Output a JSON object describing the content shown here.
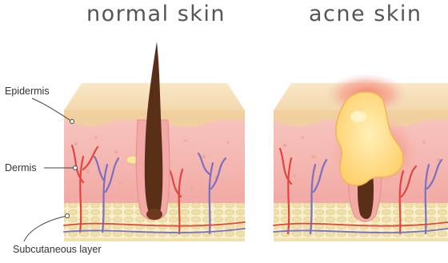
{
  "titles": {
    "normal": "normal skin",
    "acne": "acne skin"
  },
  "labels": {
    "epidermis": "Epidermis",
    "dermis": "Dermis",
    "subcutaneous": "Subcutaneous layer"
  },
  "colors": {
    "epidermis_top": "#f7e2bd",
    "epidermis_edge": "#f0d3a8",
    "dermis": "#f5b8b4",
    "dermis_dark": "#eca4a0",
    "subcutaneous": "#f7edc8",
    "fat_cell": "#efdfaa",
    "follicle_sheath": "#f3a9a6",
    "hair": "#5a2f18",
    "pimple": "#ffd98a",
    "inflammation": "#f08a7a",
    "artery": "#e2453d",
    "vein": "#7a6fc0"
  }
}
